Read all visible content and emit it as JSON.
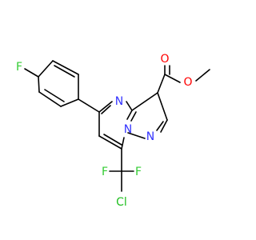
{
  "colors": {
    "bond": "#000000",
    "nitrogen": "#3333ff",
    "oxygen": "#ff0000",
    "fluorine": "#33cc33",
    "chlorine": "#1fbf1f",
    "background": "#ffffff"
  },
  "atoms": {
    "o_ether": "O",
    "o_carbonyl": "O",
    "n_ring_top": "N",
    "n_bridge": "N",
    "n_pyrazole": "N",
    "f_aryl": "F",
    "f_left": "F",
    "f_right": "F",
    "cl": "Cl"
  }
}
